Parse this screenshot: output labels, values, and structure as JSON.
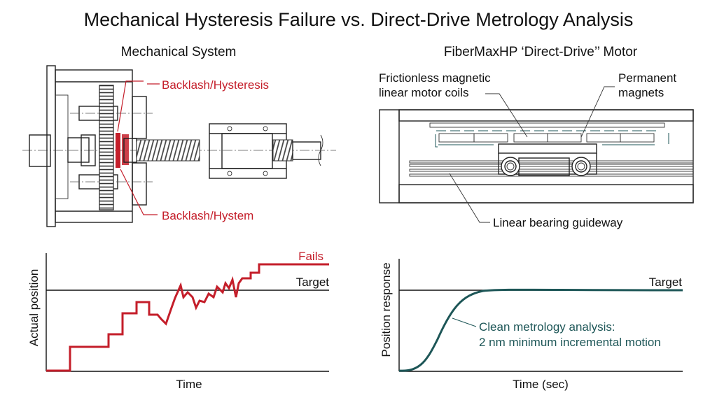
{
  "title": "Mechanical Hysteresis Failure vs. Direct-Drive Metrology Analysis",
  "left_panel": {
    "heading": "Mechanical System",
    "callout_top": "Backlash/Hysteresis",
    "callout_bottom": "Backlash/Hystem"
  },
  "right_panel": {
    "heading": "FiberMaxHP ‘Direct-Drive’’ Motor",
    "label_coils_1": "Frictionless magnetic",
    "label_coils_2": "linear motor coils",
    "label_magnets_1": "Permanent",
    "label_magnets_2": "magnets",
    "label_guideway": "Linear bearing guideway"
  },
  "colors": {
    "accent_red": "#c41e2a",
    "accent_teal": "#1d5657"
  },
  "chart_data": [
    {
      "type": "line",
      "title": "",
      "xlabel": "Time",
      "ylabel": "Actual position",
      "annotations": [
        "Fails",
        "Target"
      ],
      "series": [
        {
          "name": "Mechanical stepped response",
          "color": "#c41e2a"
        }
      ]
    },
    {
      "type": "line",
      "title": "",
      "xlabel": "Time (sec)",
      "ylabel": "Position response",
      "annotations": [
        "Target",
        "Clean metrology analysis:",
        "2 nm minimum incremental motion"
      ],
      "series": [
        {
          "name": "Direct-drive smooth response",
          "color": "#1d5657"
        }
      ]
    }
  ]
}
